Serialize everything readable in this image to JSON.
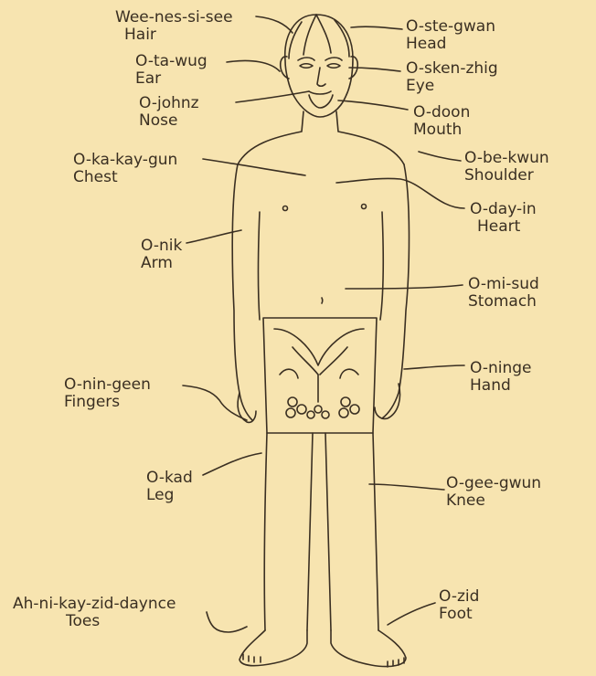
{
  "colors": {
    "paper": "#f7e4b0",
    "ink": "#3a2f22"
  },
  "labels": {
    "hair": {
      "ojibwe": "Wee-nes-si-see",
      "english": "Hair"
    },
    "head": {
      "ojibwe": "O-ste-gwan",
      "english": "Head"
    },
    "ear": {
      "ojibwe": "O-ta-wug",
      "english": "Ear"
    },
    "eye": {
      "ojibwe": "O-sken-zhig",
      "english": "Eye"
    },
    "nose": {
      "ojibwe": "O-johnz",
      "english": "Nose"
    },
    "mouth": {
      "ojibwe": "O-doon",
      "english": "Mouth"
    },
    "chest": {
      "ojibwe": "O-ka-kay-gun",
      "english": "Chest"
    },
    "shoulder": {
      "ojibwe": "O-be-kwun",
      "english": "Shoulder"
    },
    "heart": {
      "ojibwe": "O-day-in",
      "english": "Heart"
    },
    "arm": {
      "ojibwe": "O-nik",
      "english": "Arm"
    },
    "stomach": {
      "ojibwe": "O-mi-sud",
      "english": "Stomach"
    },
    "fingers": {
      "ojibwe": "O-nin-geen",
      "english": "Fingers"
    },
    "hand": {
      "ojibwe": "O-ninge",
      "english": "Hand"
    },
    "leg": {
      "ojibwe": "O-kad",
      "english": "Leg"
    },
    "knee": {
      "ojibwe": "O-gee-gwun",
      "english": "Knee"
    },
    "toes": {
      "ojibwe": "Ah-ni-kay-zid-daynce",
      "english": "Toes"
    },
    "foot": {
      "ojibwe": "O-zid",
      "english": "Foot"
    }
  }
}
